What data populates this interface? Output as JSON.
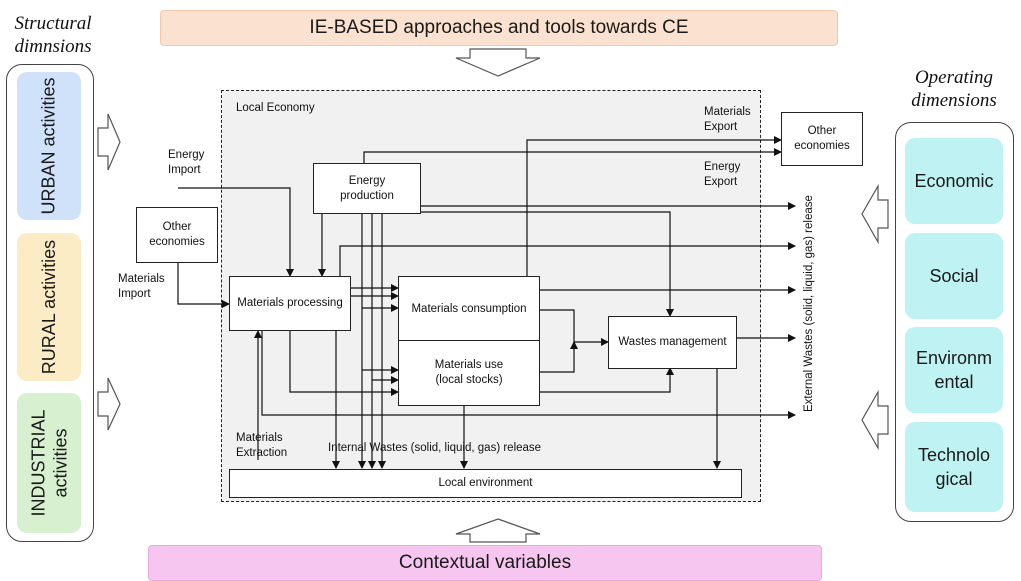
{
  "top_banner": "IE-BASED approaches and tools towards CE",
  "bottom_banner": "Contextual variables",
  "left_panel": {
    "title_line1": "Structural",
    "title_line2": "dimnsions",
    "items": [
      {
        "line1": "URBAN activities",
        "line2": ""
      },
      {
        "line1": "RURAL activities",
        "line2": ""
      },
      {
        "line1": "INDUSTRIAL",
        "line2": "activities"
      }
    ]
  },
  "right_panel": {
    "title_line1": "Operating",
    "title_line2": "dimensions",
    "items": [
      {
        "line1": "Economic",
        "line2": ""
      },
      {
        "line1": "Social",
        "line2": ""
      },
      {
        "line1": "Environm",
        "line2": "ental"
      },
      {
        "line1": "Technolo",
        "line2": "gical"
      }
    ]
  },
  "diagram": {
    "local_economy": "Local Economy",
    "boxes": {
      "other_economies_left": {
        "line1": "Other",
        "line2": "economies"
      },
      "other_economies_right": {
        "line1": "Other",
        "line2": "economies"
      },
      "energy_production": {
        "line1": "Energy",
        "line2": "production"
      },
      "materials_processing": "Materials processing",
      "materials_consumption": "Materials consumption",
      "materials_use": {
        "line1": "Materials use",
        "line2": "(local stocks)"
      },
      "wastes_management": "Wastes management",
      "local_environment": "Local environment"
    },
    "labels": {
      "energy_import": {
        "line1": "Energy",
        "line2": "Import"
      },
      "materials_import": {
        "line1": "Materials",
        "line2": "Import"
      },
      "materials_export": {
        "line1": "Materials",
        "line2": "Export"
      },
      "energy_export": {
        "line1": "Energy",
        "line2": "Export"
      },
      "materials_extraction": {
        "line1": "Materials",
        "line2": "Extraction"
      },
      "internal_wastes": "Internal Wastes (solid, liquid, gas) release",
      "external_wastes": "External Wastes (solid, liquid, gas) release"
    }
  }
}
